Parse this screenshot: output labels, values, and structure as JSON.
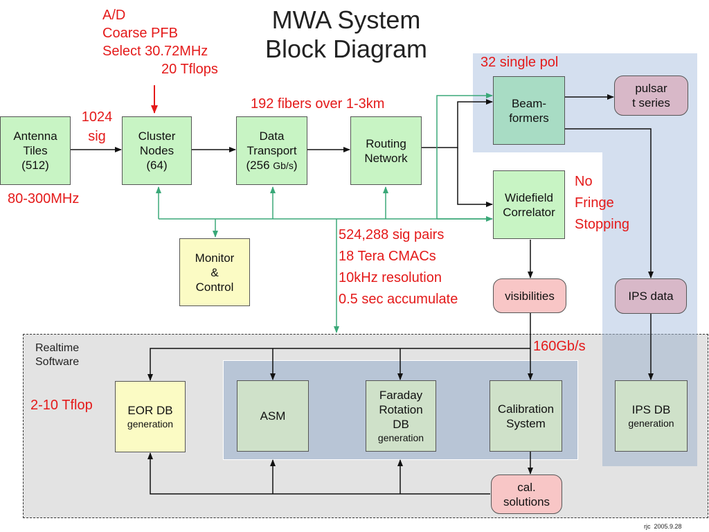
{
  "title": {
    "line1": "MWA System",
    "line2": "Block Diagram"
  },
  "annotations": {
    "adc": [
      "A/D",
      "Coarse PFB",
      "Select 30.72MHz",
      "20 Tflops"
    ],
    "sig1024": [
      "1024",
      "sig"
    ],
    "freq_range": "80-300MHz",
    "fibers": "192 fibers over 1-3km",
    "single_pol": "32 single pol",
    "no_fringe": [
      "No",
      "Fringe",
      "Stopping"
    ],
    "correlator_stats": [
      "524,288 sig pairs",
      "18 Tera CMACs",
      "10kHz resolution",
      "0.5 sec accumulate"
    ],
    "bandwidth": "160Gb/s",
    "eor_flops": "2-10 Tflop",
    "realtime_software": [
      "Realtime",
      "Software"
    ]
  },
  "blocks": {
    "antenna": [
      "Antenna",
      "Tiles",
      "(512)"
    ],
    "cluster": [
      "Cluster",
      "Nodes",
      "(64)"
    ],
    "transport": [
      "Data",
      "Transport",
      "(256 ",
      "Gb/s",
      ")"
    ],
    "routing": [
      "Routing",
      "Network"
    ],
    "beamformers": [
      "Beam-",
      "formers"
    ],
    "pulsar": [
      "pulsar",
      "t series"
    ],
    "correlator": [
      "Widefield",
      "Correlator"
    ],
    "monitor": [
      "Monitor",
      "&",
      "Control"
    ],
    "visibilities": "visibilities",
    "ips_data": "IPS data",
    "eor_db": [
      "EOR DB",
      "generation"
    ],
    "asm": "ASM",
    "faraday": [
      "Faraday",
      "Rotation",
      "DB",
      "generation"
    ],
    "calibration": [
      "Calibration",
      "System"
    ],
    "ips_db": [
      "IPS DB",
      "generation"
    ],
    "cal_solutions": [
      "cal.",
      "solutions"
    ]
  },
  "signature": "rjc  2005.9.28",
  "colors": {
    "annotation_red": "#e41a1a",
    "block_green": "#c8f4c4",
    "block_teal": "#a8dcc4",
    "block_yellow": "#fbfbc4",
    "block_sage": "#cfe1c9",
    "block_pink": "#f8c6c6",
    "block_mauve": "#d8b8c8",
    "control_line_green": "#3aa878",
    "region_blue": "#d4dfef"
  }
}
